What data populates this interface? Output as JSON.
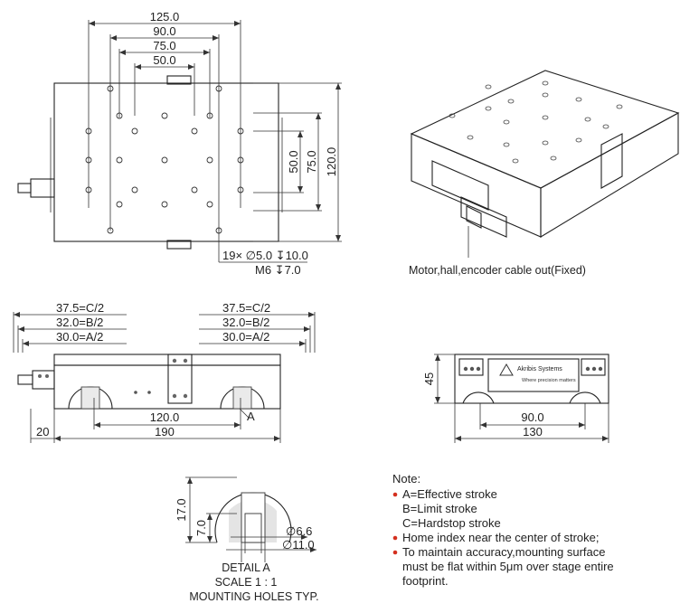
{
  "top_view": {
    "dims_horizontal": [
      "125.0",
      "90.0",
      "75.0",
      "50.0"
    ],
    "dims_vertical": [
      "50.0",
      "75.0",
      "120.0"
    ],
    "hole_spec_line1": "19× ∅5.0 ↧10.0",
    "hole_spec_line2": "M6 ↧7.0"
  },
  "iso_view": {
    "cable_caption": "Motor,hall,encoder cable out(Fixed)"
  },
  "front_view": {
    "stroke_left": [
      "37.5=C/2",
      "32.0=B/2",
      "30.0=A/2"
    ],
    "stroke_right": [
      "37.5=C/2",
      "32.0=B/2",
      "30.0=A/2"
    ],
    "dim_120": "120.0",
    "dim_190": "190",
    "dim_20": "20",
    "detail_marker": "A"
  },
  "side_view": {
    "brand": "Akribis Systems",
    "tagline": "Where precision matters",
    "dim_height": "45",
    "dim_90": "90.0",
    "dim_130": "130"
  },
  "detail": {
    "dim_17": "17.0",
    "dim_7": "7.0",
    "dim_dia_small": "∅6.6",
    "dim_dia_large": "∅11.0",
    "caption_line1": "DETAIL A",
    "caption_line2": "SCALE 1 : 1",
    "caption_line3": "MOUNTING HOLES TYP."
  },
  "notes": {
    "title": "Note:",
    "line1": "A=Effective stroke",
    "line2": "B=Limit stroke",
    "line3": "C=Hardstop stroke",
    "line4": "Home index near the center of stroke;",
    "line5": "To maintain accuracy,mounting surface",
    "line6": "must be flat within 5μm over stage entire",
    "line7": "footprint.",
    "bullet_color": "#d4301f"
  }
}
